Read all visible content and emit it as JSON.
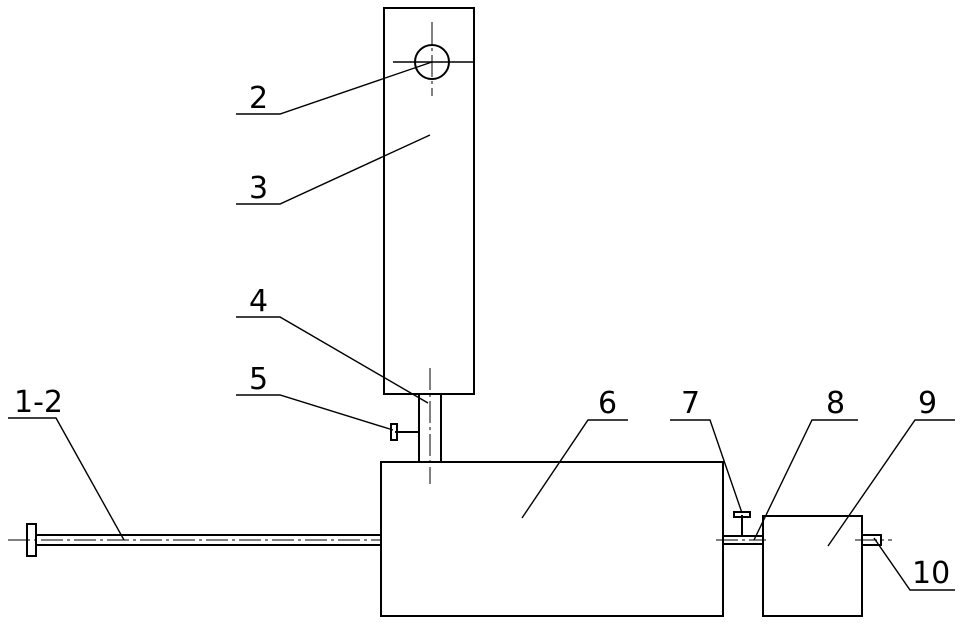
{
  "labels": {
    "l1_2": "1-2",
    "l2": "2",
    "l3": "3",
    "l4": "4",
    "l5": "5",
    "l6": "6",
    "l7": "7",
    "l8": "8",
    "l9": "9",
    "l10": "10"
  }
}
